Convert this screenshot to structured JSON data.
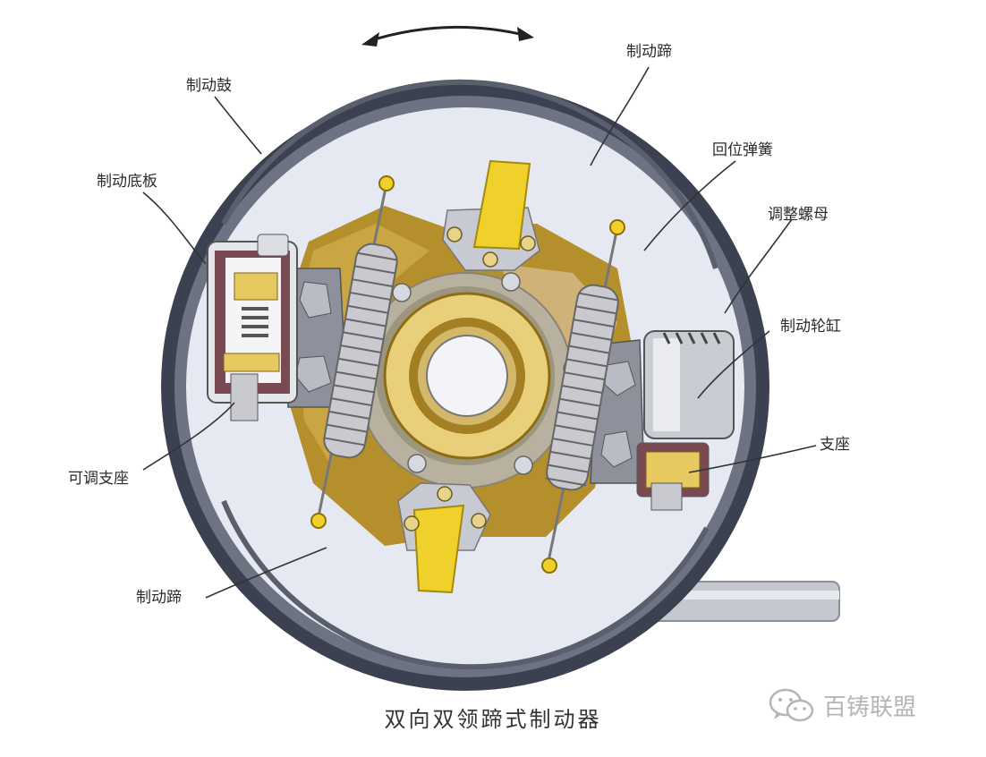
{
  "labels": {
    "brake_drum": "制动鼓",
    "brake_shoe_top": "制动蹄",
    "brake_backing_plate": "制动底板",
    "return_spring": "回位弹簧",
    "adjusting_nut": "调整螺母",
    "wheel_cylinder": "制动轮缸",
    "support_seat": "支座",
    "adjustable_support": "可调支座",
    "brake_shoe_bottom": "制动蹄"
  },
  "caption": "双向双领蹄式制动器",
  "watermark": {
    "text": "百铸联盟",
    "icon": "wechat-icon"
  },
  "rotation_arrow": {
    "icon": "rotation-arrow-icon"
  },
  "colors": {
    "drum": "#3b4150",
    "shoe": "#dfe3ee",
    "plate": "#b48f2b",
    "hub": "#e9cf7a",
    "spring": "#8a8a8a",
    "yellow_block": "#f0d12b",
    "grey_part": "#8e919c"
  }
}
